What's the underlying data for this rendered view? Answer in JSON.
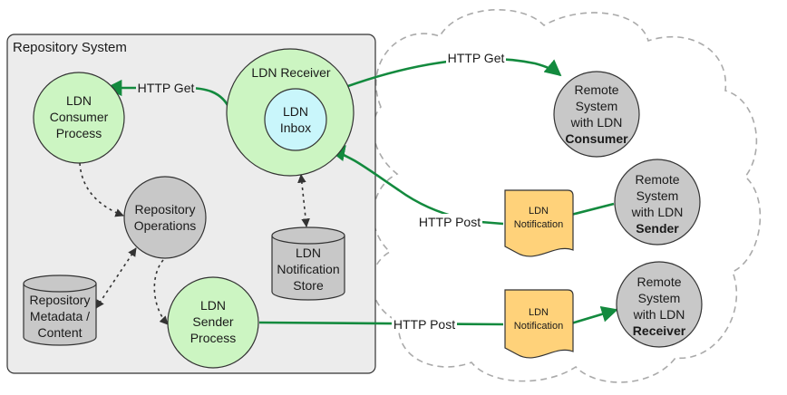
{
  "repository": {
    "title": "Repository System"
  },
  "nodes": {
    "ldn_receiver": {
      "label": "LDN Receiver"
    },
    "ldn_inbox": {
      "lines": [
        "LDN",
        "Inbox"
      ]
    },
    "ldn_consumer": {
      "lines": [
        "LDN",
        "Consumer",
        "Process"
      ]
    },
    "repo_operations": {
      "lines": [
        "Repository",
        "Operations"
      ]
    },
    "notification_store": {
      "lines": [
        "LDN",
        "Notification",
        "Store"
      ]
    },
    "repo_metadata": {
      "lines": [
        "Repository",
        "Metadata /",
        "Content"
      ]
    },
    "ldn_sender": {
      "lines": [
        "LDN",
        "Sender",
        "Process"
      ]
    },
    "remote_consumer": {
      "lines": [
        "Remote",
        "System",
        "with LDN"
      ],
      "role": "Consumer"
    },
    "remote_sender": {
      "lines": [
        "Remote",
        "System",
        "with LDN"
      ],
      "role": "Sender"
    },
    "remote_receiver": {
      "lines": [
        "Remote",
        "System",
        "with LDN"
      ],
      "role": "Receiver"
    },
    "notification_doc_1": {
      "lines": [
        "LDN",
        "Notification"
      ]
    },
    "notification_doc_2": {
      "lines": [
        "LDN",
        "Notification"
      ]
    }
  },
  "edges": {
    "get_internal": "HTTP Get",
    "get_remote": "HTTP Get",
    "post_in": "HTTP Post",
    "post_out": "HTTP Post"
  },
  "colors": {
    "green_fill": "#ccf5c2",
    "cyan_fill": "#c9f6fb",
    "gray_fill": "#c8c8c8",
    "doc_fill": "#ffd27a",
    "arrow_green": "#138a3e",
    "box_fill": "#ececec"
  }
}
